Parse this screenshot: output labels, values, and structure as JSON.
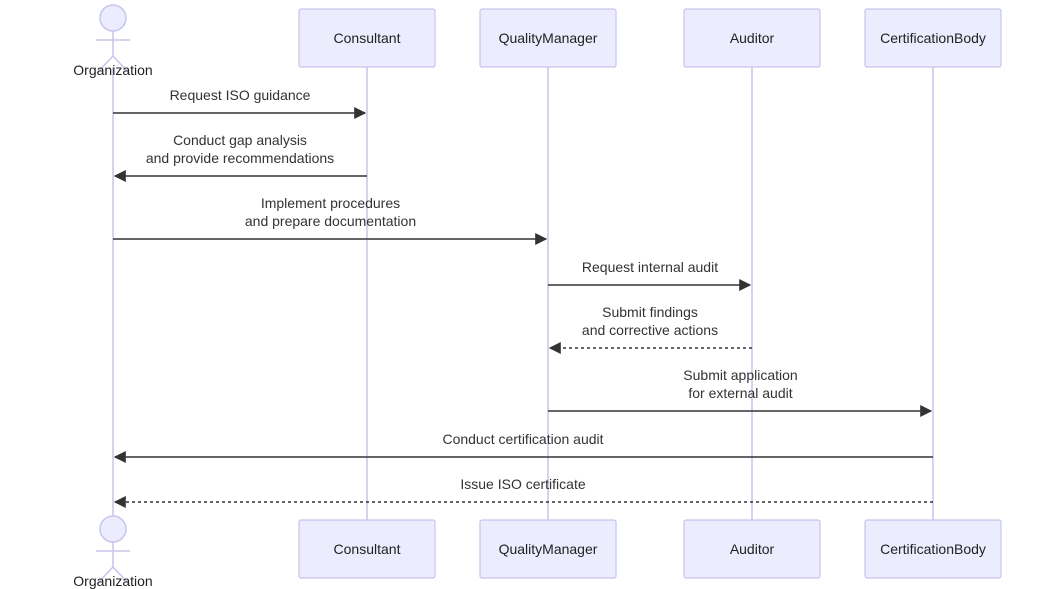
{
  "participants": [
    {
      "id": "org",
      "label": "Organization",
      "kind": "actor"
    },
    {
      "id": "cons",
      "label": "Consultant",
      "kind": "box"
    },
    {
      "id": "qm",
      "label": "QualityManager",
      "kind": "box"
    },
    {
      "id": "aud",
      "label": "Auditor",
      "kind": "box"
    },
    {
      "id": "cb",
      "label": "CertificationBody",
      "kind": "box"
    }
  ],
  "messages": [
    {
      "from": "org",
      "to": "cons",
      "lines": [
        "Request ISO guidance"
      ],
      "style": "solid"
    },
    {
      "from": "cons",
      "to": "org",
      "lines": [
        "Conduct gap analysis",
        "and provide recommendations"
      ],
      "style": "solid"
    },
    {
      "from": "org",
      "to": "qm",
      "lines": [
        "Implement procedures",
        "and prepare documentation"
      ],
      "style": "solid"
    },
    {
      "from": "qm",
      "to": "aud",
      "lines": [
        "Request internal audit"
      ],
      "style": "solid"
    },
    {
      "from": "aud",
      "to": "qm",
      "lines": [
        "Submit findings",
        "and corrective actions"
      ],
      "style": "dashed"
    },
    {
      "from": "qm",
      "to": "cb",
      "lines": [
        "Submit application",
        "for external audit"
      ],
      "style": "solid"
    },
    {
      "from": "cb",
      "to": "org",
      "lines": [
        "Conduct certification audit"
      ],
      "style": "solid"
    },
    {
      "from": "cb",
      "to": "org",
      "lines": [
        "Issue ISO certificate"
      ],
      "style": "dashed"
    }
  ]
}
